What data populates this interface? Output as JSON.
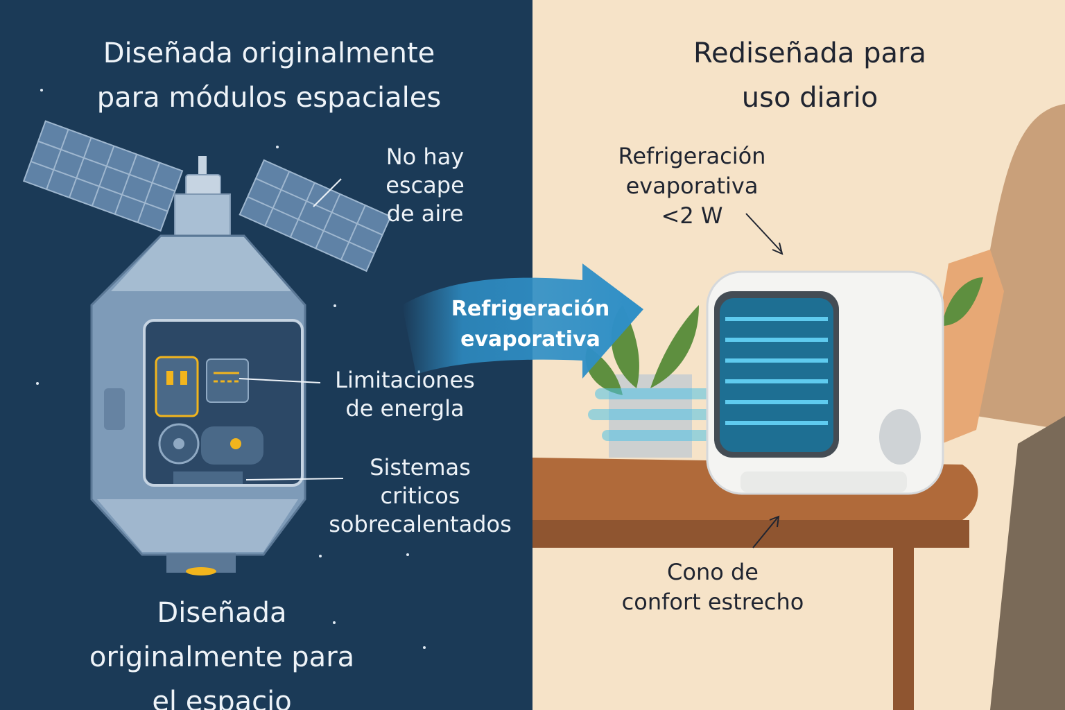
{
  "left_panel": {
    "title": "Diseñada originalmente\npara módulos espaciales",
    "label_air": "No hay\nescape\nde aire",
    "label_energy": "Limitaciones\nde energla",
    "label_systems": "Sistemas\ncriticos\nsobrecalentados",
    "footer": "Diseñada\noriginalmente para\nel espacio"
  },
  "arrow_label": "Refrigeración\nevaporativa",
  "right_panel": {
    "title": "Rediseñada para\nuso diario",
    "label_cooling": "Refrigeración\nevaporativa\n<2 W",
    "label_comfort": "Cono de\nconfort estrecho"
  },
  "colors": {
    "space_bg": "#1b3a57",
    "room_bg": "#f6e3c8",
    "arrow": "#2f8fc6",
    "accent_yellow": "#f2b51d"
  }
}
